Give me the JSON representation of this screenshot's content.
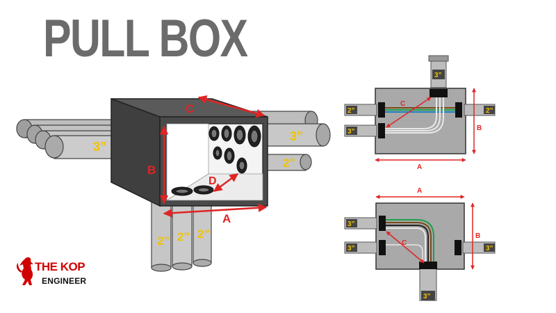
{
  "title": "PULL BOX",
  "brand": {
    "name": "THE KOP",
    "sub": "ENGINEER",
    "logo_icon": "liverbird-icon",
    "color": "#d00000"
  },
  "colors": {
    "label_yellow": "#f2c200",
    "dimension_red": "#e02424",
    "box_fill": "#555555",
    "pipe_fill": "#c4c4c4"
  },
  "main_box": {
    "dims": {
      "a": "A",
      "b": "B",
      "c": "C",
      "d": "D"
    },
    "pipes": {
      "left": "3”",
      "right_upper": "3”",
      "right_lower": "2”",
      "bottom": [
        "2”",
        "2”",
        "2”"
      ]
    }
  },
  "straight_box": {
    "dims": {
      "a": "A",
      "b": "B",
      "c": "C"
    },
    "pipes": {
      "top": "3”",
      "left_top": "2”",
      "left_bottom": "3”",
      "right": "2”"
    }
  },
  "angle_box": {
    "dims": {
      "a": "A",
      "b": "B",
      "c": "C"
    },
    "pipes": {
      "left_top": "3”",
      "left_bottom": "3”",
      "right": "3”",
      "bottom": "3”"
    }
  }
}
